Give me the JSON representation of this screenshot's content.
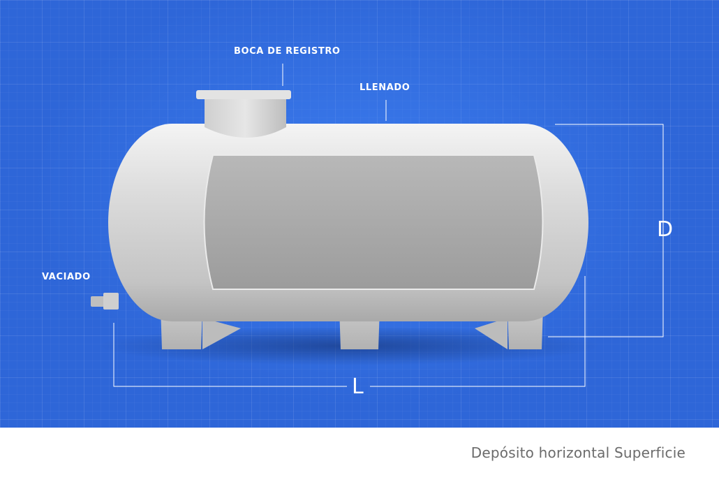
{
  "labels": {
    "manhole": "BOCA DE REGISTRO",
    "fill": "LLENADO",
    "drain": "VACIADO"
  },
  "dimensions": {
    "diameter": "D",
    "length": "L"
  },
  "caption": "Depósito horizontal Superficie",
  "colors": {
    "blueprint_background": "#2e66d8",
    "tank_body": "#d9d9d9",
    "tank_panel": "#a8a8a8",
    "annotation_lines": "#ffffff",
    "caption_text": "#6b6b6b"
  }
}
